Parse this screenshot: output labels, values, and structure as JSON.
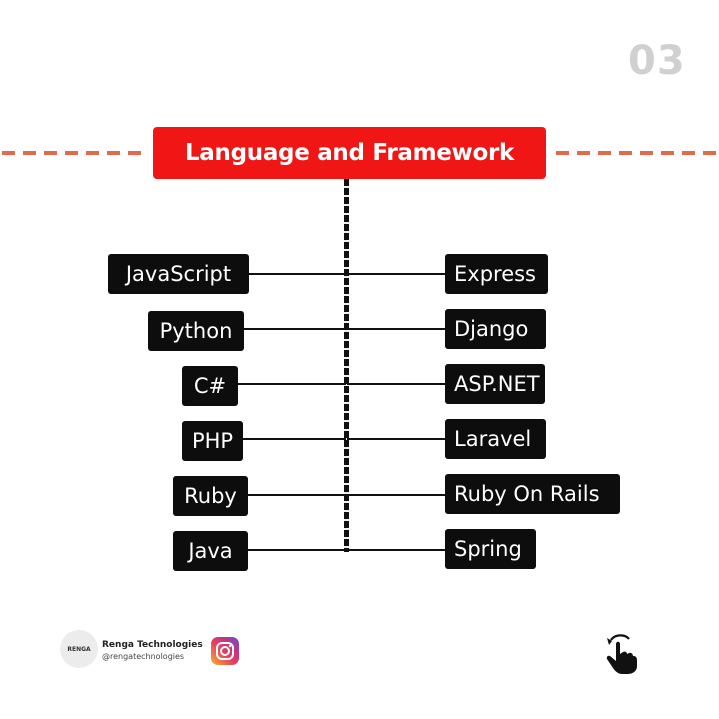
{
  "page_number": "03",
  "title": "Language and Framework",
  "colors": {
    "title_background": "#f01616",
    "node_background": "#0d0d0d",
    "dash_line": "#e06a4a",
    "page_number": "#d0d0d0"
  },
  "pairs": [
    {
      "language": "JavaScript",
      "framework": "Express"
    },
    {
      "language": "Python",
      "framework": "Django"
    },
    {
      "language": "C#",
      "framework": "ASP.NET"
    },
    {
      "language": "PHP",
      "framework": "Laravel"
    },
    {
      "language": "Ruby",
      "framework": "Ruby On Rails"
    },
    {
      "language": "Java",
      "framework": "Spring"
    }
  ],
  "footer": {
    "logo_text": "RENGA",
    "brand_name": "Renga Technologies",
    "handle": "@rengatechnologies",
    "social_icon": "instagram-icon",
    "nav_icon": "swipe-hand-icon"
  }
}
